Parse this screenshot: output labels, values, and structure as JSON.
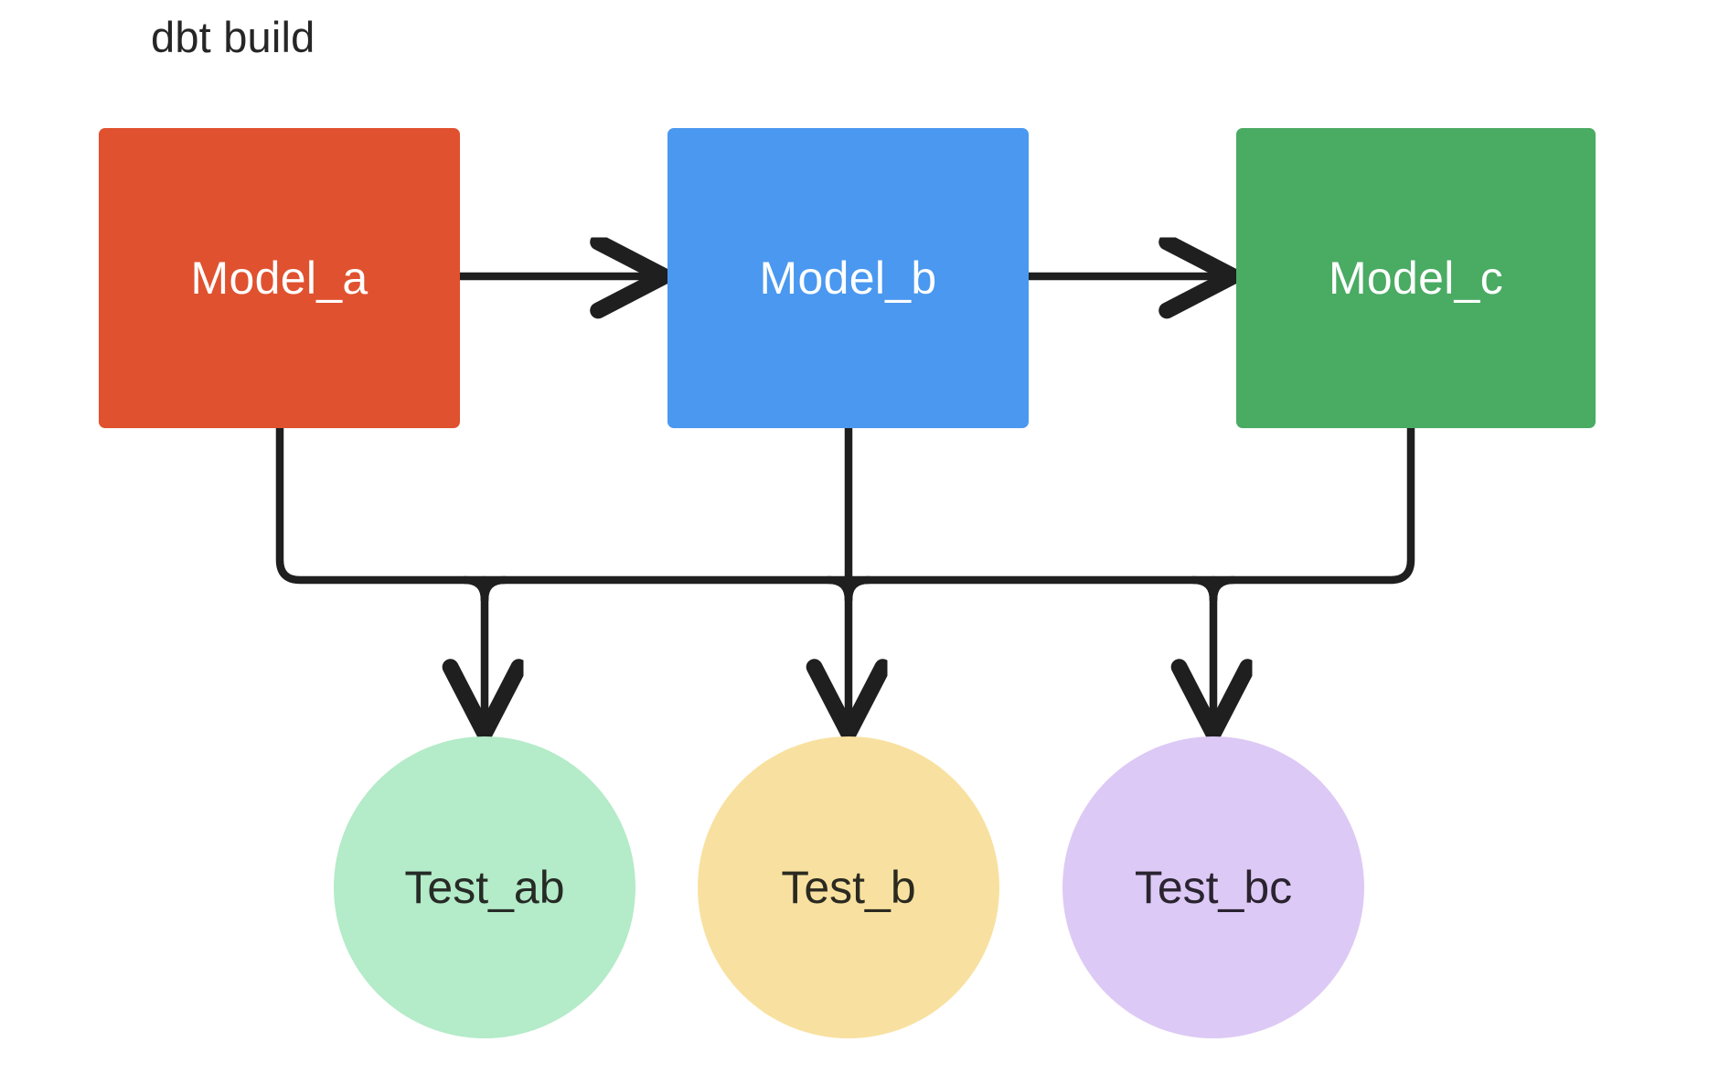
{
  "diagram": {
    "title": "dbt build",
    "type": "flow-dag",
    "background": "#ffffff",
    "edge_color": "#1f1f1f",
    "models": [
      {
        "id": "model_a",
        "label": "Model_a",
        "shape": "rounded-rect",
        "fill": "#e0512f",
        "text_color": "#ffffff"
      },
      {
        "id": "model_b",
        "label": "Model_b",
        "shape": "rounded-rect",
        "fill": "#4a98f0",
        "text_color": "#ffffff"
      },
      {
        "id": "model_c",
        "label": "Model_c",
        "shape": "rounded-rect",
        "fill": "#4aab63",
        "text_color": "#ffffff"
      }
    ],
    "tests": [
      {
        "id": "test_ab",
        "label": "Test_ab",
        "line1": "Test",
        "line2": "_ab",
        "shape": "circle",
        "fill": "#b4ebc8",
        "text_color": "#262b26"
      },
      {
        "id": "test_b",
        "label": "Test_b",
        "line1": "Test_b",
        "line2": "",
        "shape": "circle",
        "fill": "#f8e1a0",
        "text_color": "#2b2a21"
      },
      {
        "id": "test_bc",
        "label": "Test_bc",
        "line1": "Test",
        "line2": "_bc",
        "shape": "circle",
        "fill": "#ddc9f5",
        "text_color": "#2a2430"
      }
    ],
    "edges": [
      {
        "from": "model_a",
        "to": "model_b",
        "style": "straight-arrow"
      },
      {
        "from": "model_b",
        "to": "model_c",
        "style": "straight-arrow"
      },
      {
        "from": "model_a",
        "to": "test_ab",
        "style": "orthogonal-arrow"
      },
      {
        "from": "model_b",
        "to": "test_ab",
        "style": "orthogonal-arrow"
      },
      {
        "from": "model_b",
        "to": "test_b",
        "style": "orthogonal-arrow"
      },
      {
        "from": "model_b",
        "to": "test_bc",
        "style": "orthogonal-arrow"
      },
      {
        "from": "model_c",
        "to": "test_bc",
        "style": "orthogonal-arrow"
      }
    ]
  }
}
